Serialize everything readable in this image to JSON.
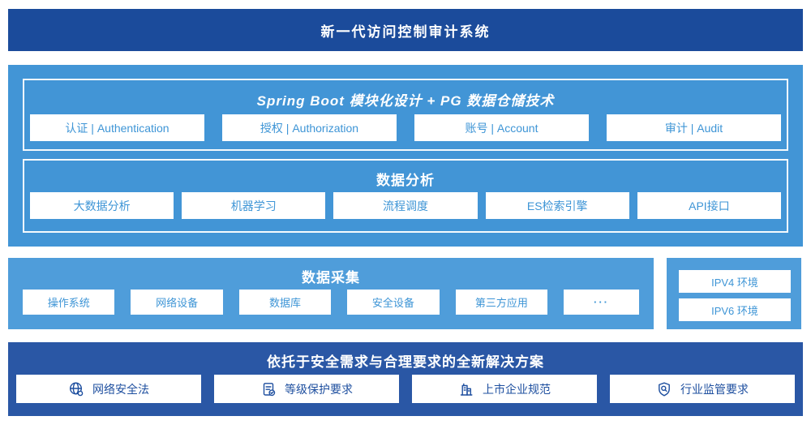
{
  "colors": {
    "navy": "#1B4B9B",
    "blue_mid": "#4295D6",
    "blue_light": "#4F9DDA",
    "navy_light": "#2A57A5",
    "chip_text": "#3E95D6",
    "solution_text": "#1E4F9F"
  },
  "banner": {
    "title": "新一代访问控制审计系统"
  },
  "platform": {
    "spring": {
      "title": "Spring Boot 模块化设计 + PG 数据仓储技术",
      "items": [
        "认证 | Authentication",
        "授权 | Authorization",
        "账号 | Account",
        "审计 | Audit"
      ]
    },
    "analysis": {
      "title": "数据分析",
      "items": [
        "大数据分析",
        "机器学习",
        "流程调度",
        "ES检索引擎",
        "API接口"
      ]
    }
  },
  "collection": {
    "title": "数据采集",
    "items": [
      "操作系统",
      "网络设备",
      "数据库",
      "安全设备",
      "第三方应用",
      "···"
    ]
  },
  "environments": {
    "items": [
      "IPV4 环境",
      "IPV6 环境"
    ]
  },
  "solution": {
    "title": "依托于安全需求与合理要求的全新解决方案",
    "items": [
      {
        "icon": "globe-icon",
        "label": "网络安全法"
      },
      {
        "icon": "document-check-icon",
        "label": "等级保护要求"
      },
      {
        "icon": "building-icon",
        "label": "上市企业规范"
      },
      {
        "icon": "shield-magnifier-icon",
        "label": "行业监管要求"
      }
    ]
  }
}
